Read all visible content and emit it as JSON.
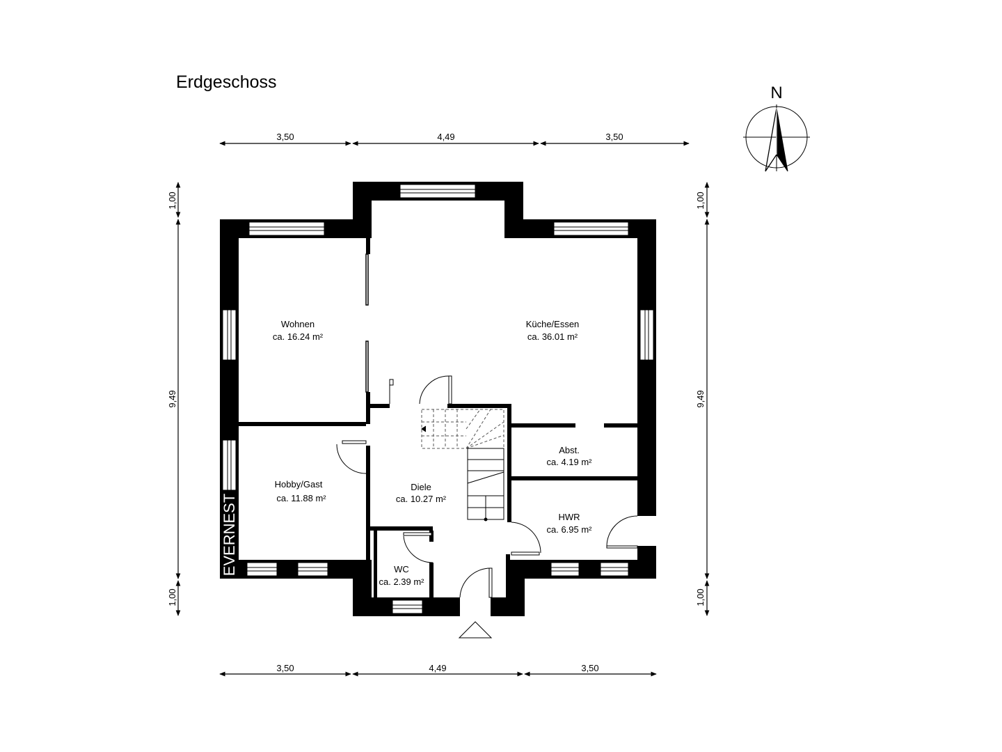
{
  "page": {
    "title": "Erdgeschoss",
    "compass_label": "N",
    "brand": "EVERNEST"
  },
  "dimensions": {
    "top": [
      "3,50",
      "4,49",
      "3,50"
    ],
    "bottom": [
      "3,50",
      "4,49",
      "3,50"
    ],
    "left": [
      "1,00",
      "9,49",
      "1,00"
    ],
    "right": [
      "1,00",
      "9,49",
      "1,00"
    ]
  },
  "rooms": [
    {
      "id": "wohnen",
      "name": "Wohnen",
      "area": "ca. 16.24 m²"
    },
    {
      "id": "kueche",
      "name": "Küche/Essen",
      "area": "ca. 36.01 m²"
    },
    {
      "id": "abst",
      "name": "Abst.",
      "area": "ca. 4.19 m²"
    },
    {
      "id": "hobby",
      "name": "Hobby/Gast",
      "area": "ca. 11.88 m²"
    },
    {
      "id": "diele",
      "name": "Diele",
      "area": "ca. 10.27 m²"
    },
    {
      "id": "hwr",
      "name": "HWR",
      "area": "ca. 6.95 m²"
    },
    {
      "id": "wc",
      "name": "WC",
      "area": "ca. 2.39 m²"
    }
  ],
  "colors": {
    "wall": "#000000",
    "background": "#ffffff",
    "stair": "#555555"
  }
}
